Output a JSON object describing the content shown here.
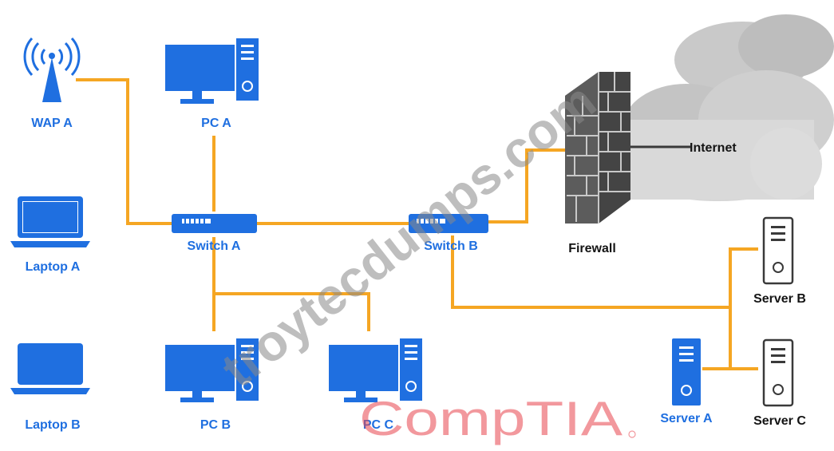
{
  "diagram": {
    "devices": {
      "wap_a": "WAP A",
      "pc_a": "PC A",
      "laptop_a": "Laptop A",
      "laptop_b": "Laptop B",
      "switch_a": "Switch A",
      "switch_b": "Switch B",
      "pc_b": "PC B",
      "pc_c": "PC C",
      "firewall": "Firewall",
      "internet": "Internet",
      "server_a": "Server A",
      "server_b": "Server B",
      "server_c": "Server C"
    },
    "watermark": "troytecdumps.com",
    "logo": "CompTIA",
    "colors": {
      "device_blue": "#1f6fe0",
      "link_orange": "#f5a623",
      "firewall_gray": "#595959"
    }
  }
}
